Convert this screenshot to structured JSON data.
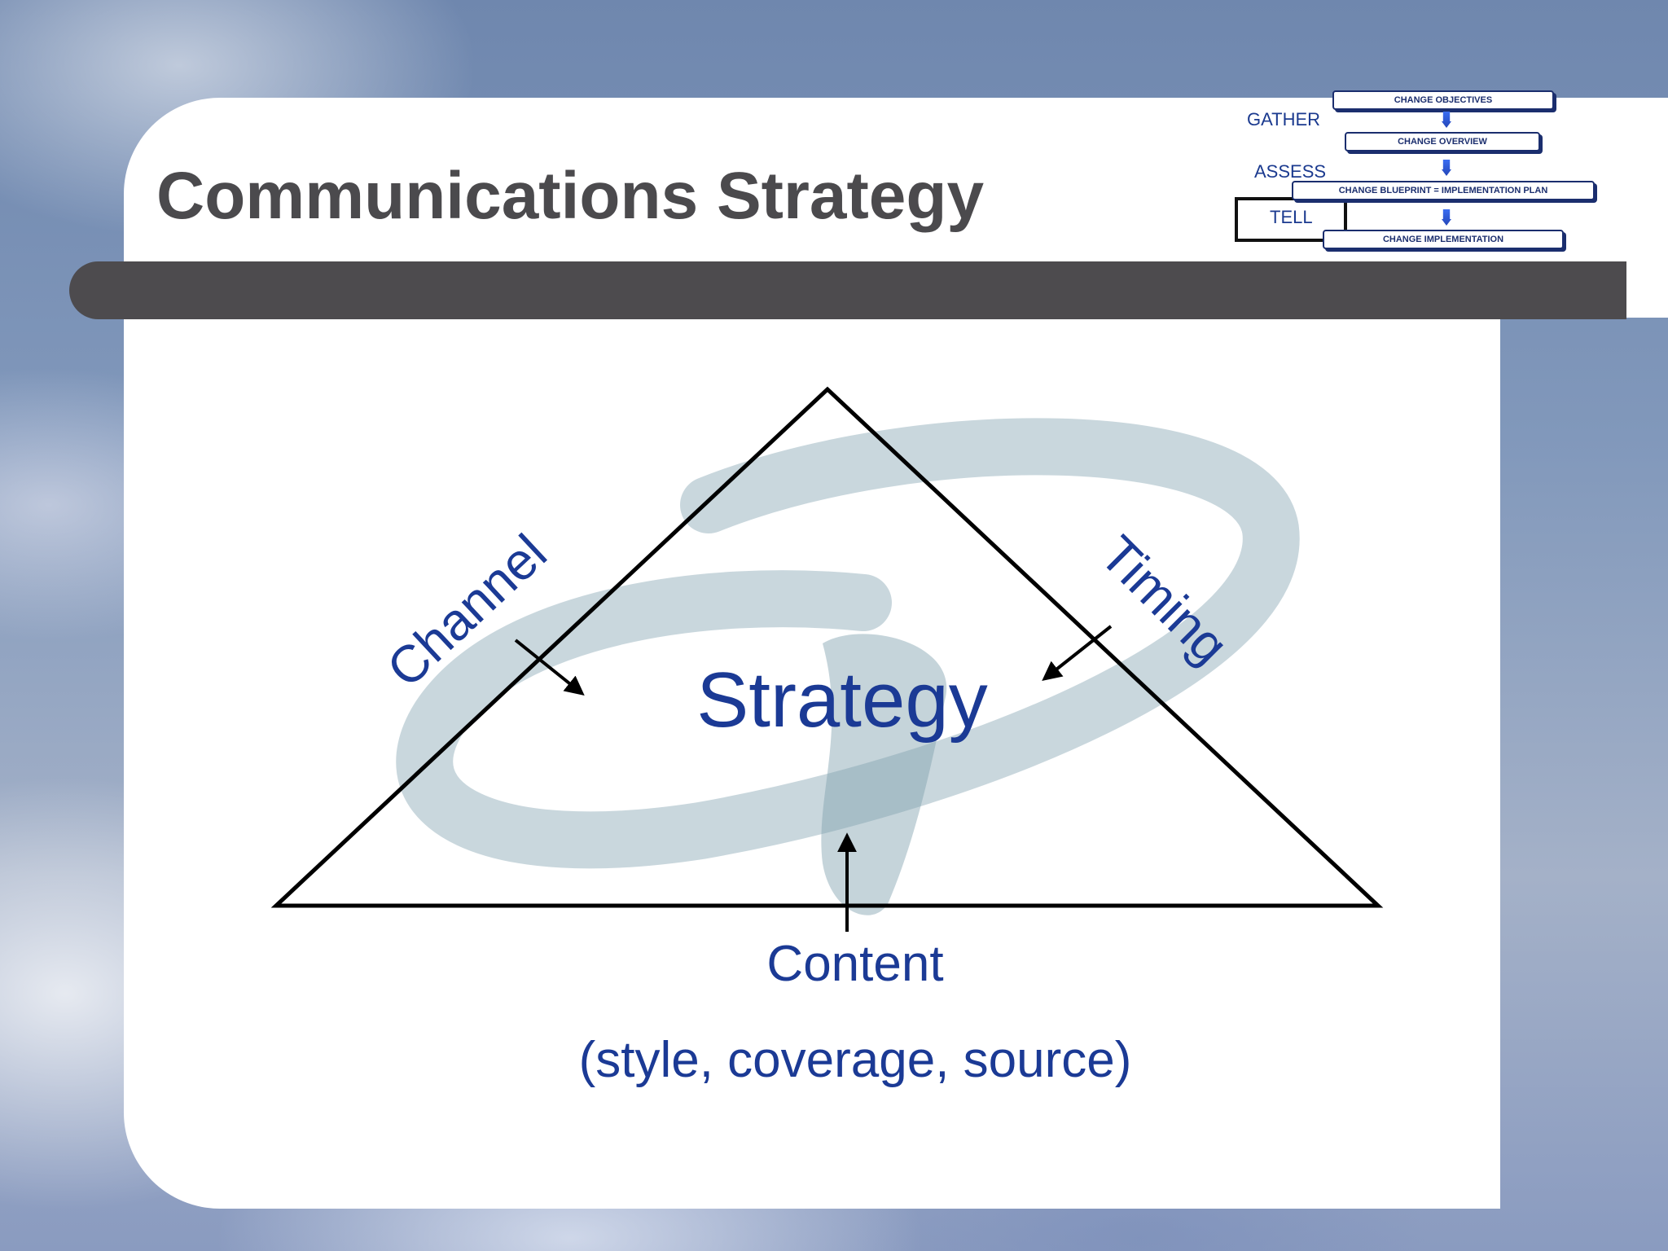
{
  "slide": {
    "title": "Communications Strategy"
  },
  "process_nav": {
    "stages": [
      "GATHER",
      "ASSESS",
      "TELL"
    ],
    "current_stage": "TELL",
    "steps": [
      "CHANGE OBJECTIVES",
      "CHANGE OVERVIEW",
      "CHANGE BLUEPRINT = IMPLEMENTATION PLAN",
      "CHANGE IMPLEMENTATION"
    ]
  },
  "diagram": {
    "center_label": "Strategy",
    "left_label": "Channel",
    "right_label": "Timing",
    "bottom_label": "Content",
    "bottom_sublabel": "(style, coverage, source)"
  },
  "colors": {
    "title_text": "#4b4a4d",
    "title_bar": "#4d4b4e",
    "diagram_text": "#1b3a95",
    "nav_text": "#1b3a8f",
    "flow_arrow": "#3a6df2"
  }
}
